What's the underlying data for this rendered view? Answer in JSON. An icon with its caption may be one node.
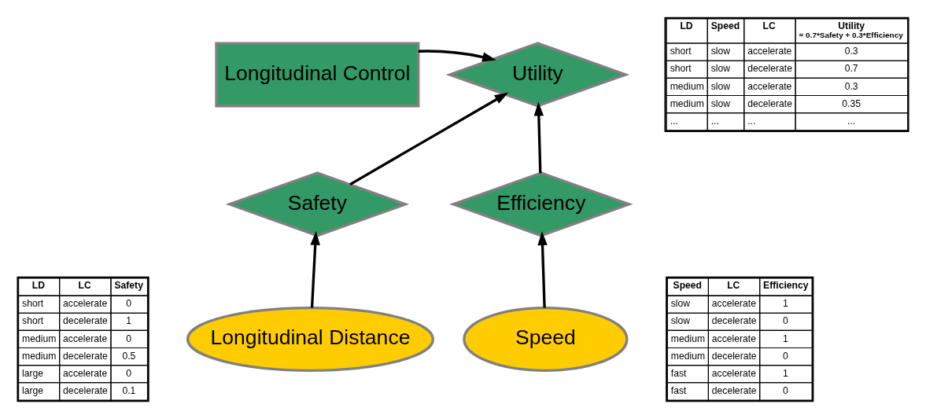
{
  "diagram": {
    "nodes": [
      {
        "text": [
          "Longitudinal Control"
        ]
      },
      {
        "text": [
          "Utility"
        ]
      },
      {
        "text": [
          "Safety"
        ]
      },
      {
        "text": [
          "Efficiency"
        ]
      },
      {
        "text": [
          "Longitudinal Distance"
        ]
      },
      {
        "text": [
          "Speed"
        ]
      }
    ],
    "edges": [
      {
        "from": 0,
        "to": 1,
        "arrow": "to"
      },
      {
        "from": 2,
        "to": 1,
        "arrow": "to"
      },
      {
        "from": 3,
        "to": 1,
        "arrow": "to"
      },
      {
        "from": 4,
        "to": 2,
        "arrow": "to"
      },
      {
        "from": 5,
        "to": 3,
        "arrow": "to"
      }
    ],
    "labels": [
      "LD",
      "Speed",
      "LC",
      "Utility",
      "= 0.7*Safety + 0.3*Efficiency",
      "short",
      "slow",
      "accelerate",
      "0.3",
      "short",
      "slow",
      "decelerate",
      "0.7",
      "medium",
      "slow",
      "accelerate",
      "0.3",
      "medium",
      "slow",
      "decelerate",
      "0.35",
      "...",
      "...",
      "...",
      "...",
      "LD",
      "LC",
      "Safety",
      "short",
      "accelerate",
      "0",
      "short",
      "decelerate",
      "1",
      "medium",
      "accelerate",
      "0",
      "medium",
      "decelerate",
      "0.5",
      "large",
      "accelerate",
      "0",
      "large",
      "decelerate",
      "0.1",
      "Speed",
      "LC",
      "Efficiency",
      "slow",
      "accelerate",
      "1",
      "slow",
      "decelerate",
      "0",
      "medium",
      "accelerate",
      "1",
      "medium",
      "decelerate",
      "0",
      "fast",
      "accelerate",
      "1",
      "fast",
      "decelerate",
      "0"
    ]
  }
}
